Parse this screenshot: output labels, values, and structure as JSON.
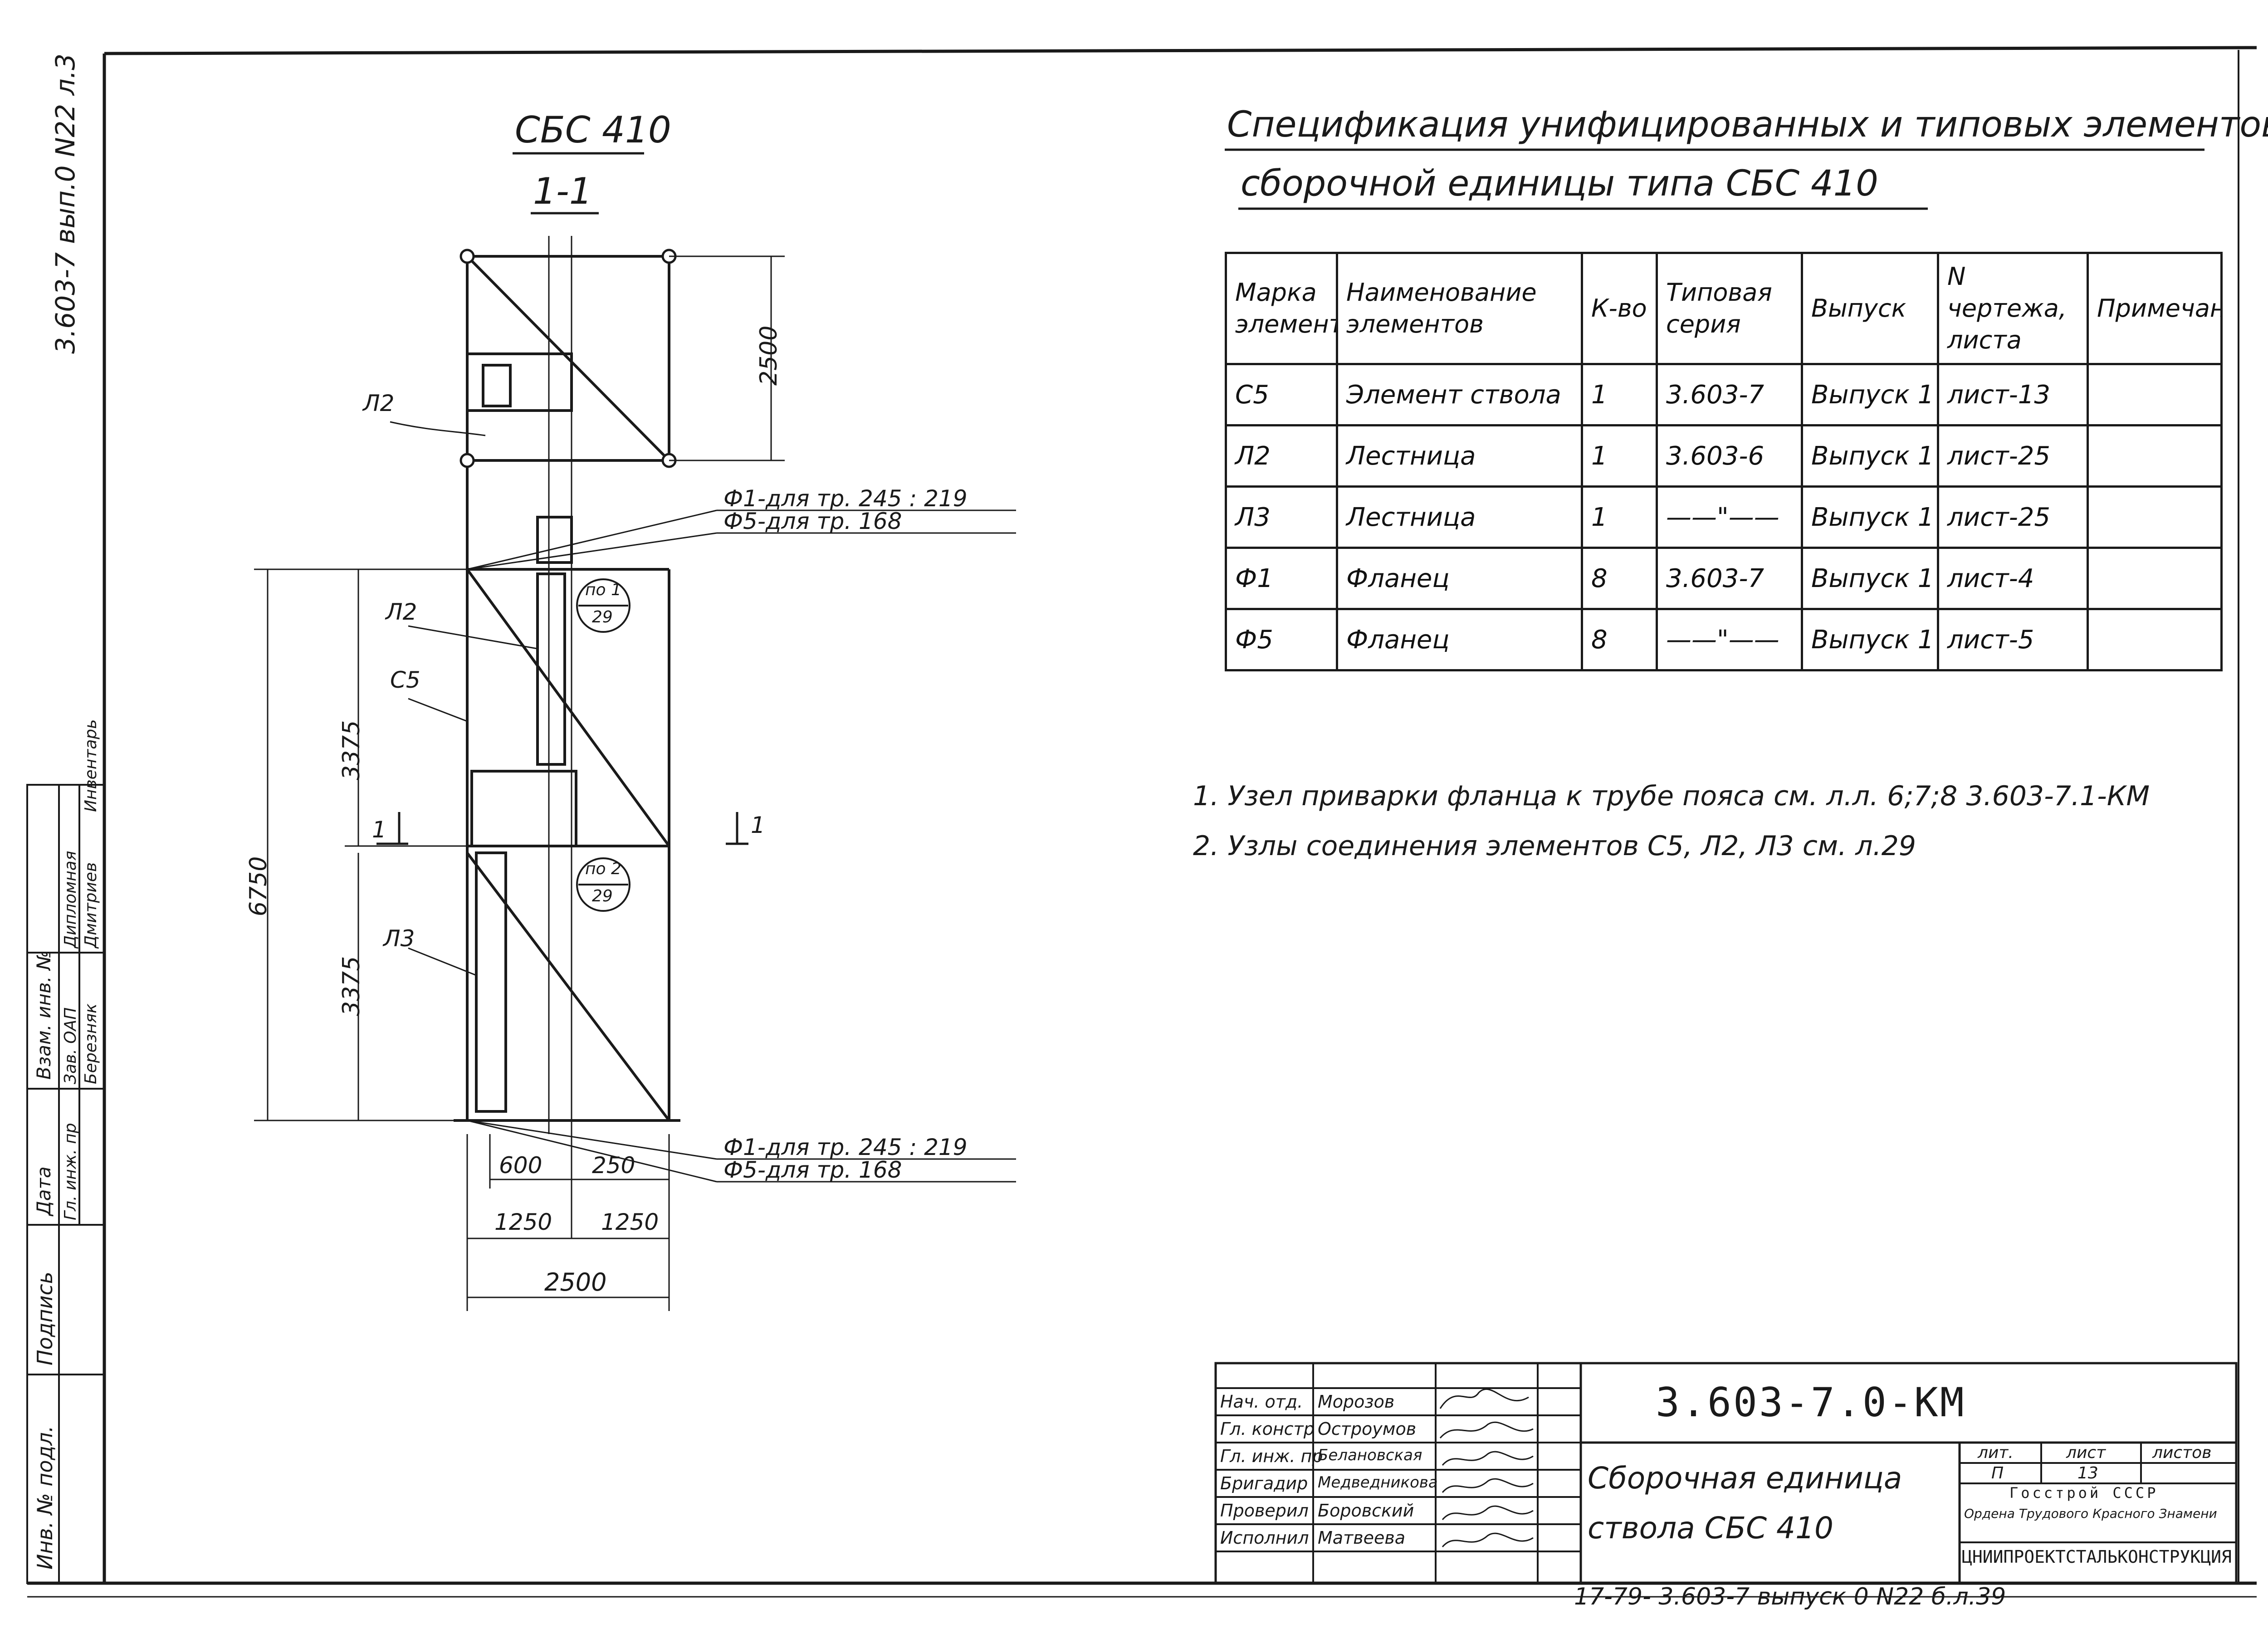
{
  "side_stamp": "3.603-7 вып.0 N22 л.3",
  "drawing": {
    "title": "СБС 410",
    "section": "1-1",
    "dims": {
      "top_height": "2500",
      "total_height": "6750",
      "upper_height": "3375",
      "lower_height": "3375",
      "w600": "600",
      "w250": "250",
      "w1250a": "1250",
      "w1250b": "1250",
      "width_total": "2500"
    },
    "labels": {
      "l2_top": "Л2",
      "l2_mid": "Л2",
      "c5": "С5",
      "l3": "Л3",
      "cut_left": "1",
      "cut_right": "1"
    },
    "callouts": {
      "top_f1": "Ф1-для тр. 245 : 219",
      "top_f5": "Ф5-для тр. 168",
      "bot_f1": "Ф1-для тр. 245 : 219",
      "bot_f5": "Ф5-для тр. 168",
      "node1_top": "по 1",
      "node1_bot": "29",
      "node2_top": "по 2",
      "node2_bot": "29"
    }
  },
  "spec": {
    "title_line1": "Спецификация унифицированных и типовых элементов",
    "title_line2": "сборочной единицы типа СБС 410",
    "headers": [
      "Марка элемента",
      "Наименование элементов",
      "К-во",
      "Типовая серия",
      "Выпуск",
      "N чертежа, листа",
      "Примечание"
    ],
    "rows": [
      [
        "С5",
        "Элемент ствола",
        "1",
        "3.603-7",
        "Выпуск 1",
        "лист-13",
        ""
      ],
      [
        "Л2",
        "Лестница",
        "1",
        "3.603-6",
        "Выпуск 1",
        "лист-25",
        ""
      ],
      [
        "Л3",
        "Лестница",
        "1",
        "——\"——",
        "Выпуск 1",
        "лист-25",
        ""
      ],
      [
        "Ф1",
        "Фланец",
        "8",
        "3.603-7",
        "Выпуск 1",
        "лист-4",
        ""
      ],
      [
        "Ф5",
        "Фланец",
        "8",
        "——\"——",
        "Выпуск 1",
        "лист-5",
        ""
      ]
    ]
  },
  "notes": [
    "1. Узел приварки фланца к трубе пояса см. л.л. 6;7;8 3.603-7.1-КМ",
    "2. Узлы соединения элементов С5, Л2, Л3 см. л.29"
  ],
  "left_strip": {
    "labels": [
      "Инв. № подл.",
      "Подпись",
      "Дата",
      "Взам. инв. №"
    ],
    "roles": [
      "Гл. инж. пр",
      "Зав. ОАП",
      "Дипломная"
    ],
    "names": [
      "Березняк",
      "Дмитриев",
      "Инвентарь"
    ]
  },
  "title_block": {
    "code": "3.603-7.0-КМ",
    "name_line1": "Сборочная единица",
    "name_line2": "ствола СБС 410",
    "staff": [
      {
        "role": "Нач. отд.",
        "name": "Морозов"
      },
      {
        "role": "Гл. констр",
        "name": "Остроумов"
      },
      {
        "role": "Гл. инж. пр",
        "name": "Белановская"
      },
      {
        "role": "Бригадир",
        "name": "Медведникова"
      },
      {
        "role": "Проверил",
        "name": "Боровский"
      },
      {
        "role": "Исполнил",
        "name": "Матвеева"
      }
    ],
    "lit_label": "лит.",
    "sheet_label": "лист",
    "sheets_label": "листов",
    "lit_value": "П",
    "sheet_value": "13",
    "org_line1": "Госстрой СССР",
    "org_line2": "Ордена Трудового Красного Знамени",
    "org_line3": "ЦНИИПРОЕКТСТАЛЬКОНСТРУКЦИЯ"
  },
  "footer_stamp": "17-79- 3.603-7 выпуск 0 N22 б.л.39"
}
